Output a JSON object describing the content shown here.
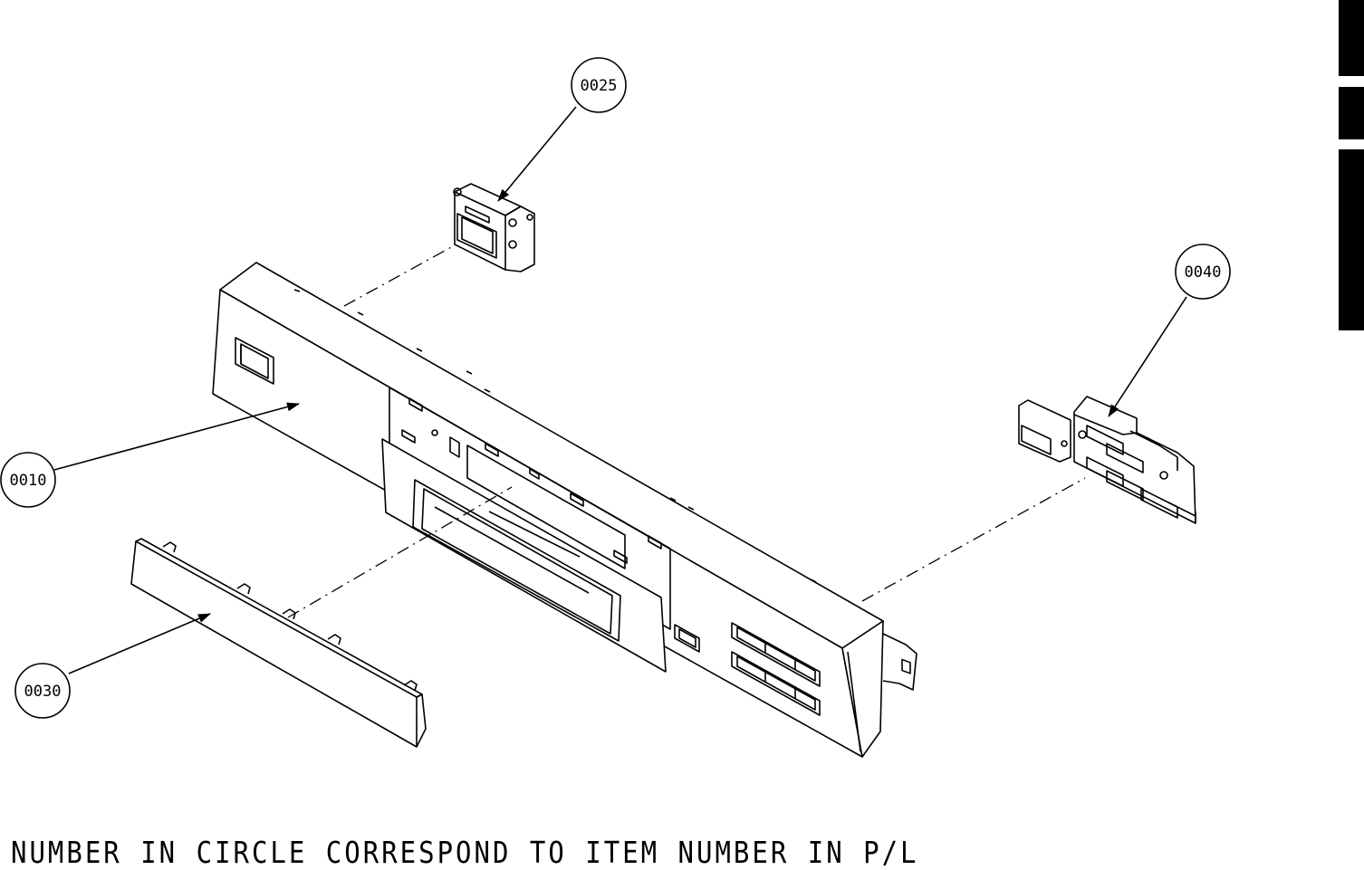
{
  "callouts": [
    {
      "id": "0025",
      "label": "0025"
    },
    {
      "id": "0040",
      "label": "0040"
    },
    {
      "id": "0010",
      "label": "0010"
    },
    {
      "id": "0030",
      "label": "0030"
    }
  ],
  "footnote": "NUMBER IN CIRCLE CORRESPOND TO ITEM NUMBER IN P/L",
  "colors": {
    "ink": "#000000",
    "paper": "#ffffff"
  }
}
